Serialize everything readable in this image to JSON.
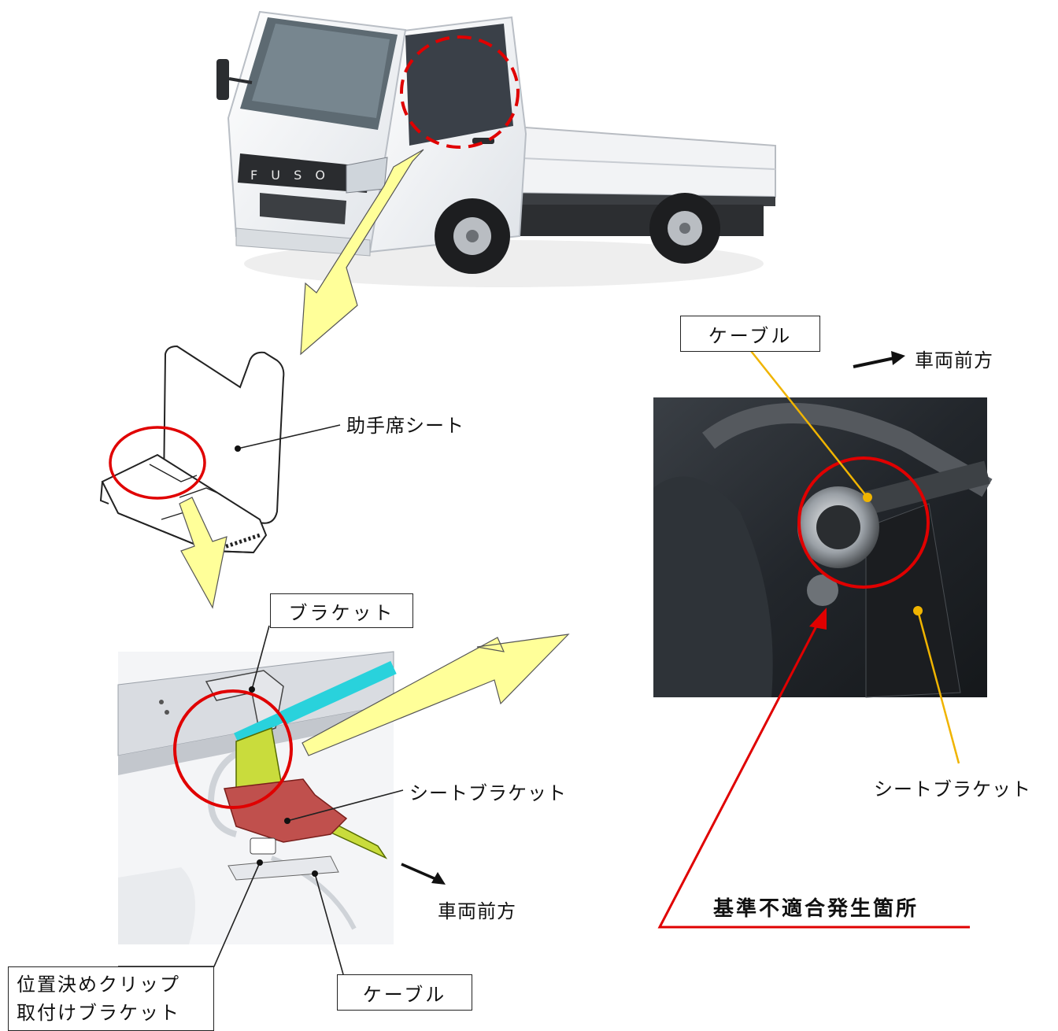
{
  "labels": {
    "passenger_seat": "助手席シート",
    "bracket": "ブラケット",
    "seat_bracket_left": "シートブラケット",
    "vehicle_front_left": "車両前方",
    "clip_bracket_line1": "位置決めクリップ",
    "clip_bracket_line2": "取付けブラケット",
    "cable_bottom": "ケーブル",
    "cable_top": "ケーブル",
    "vehicle_front_right": "車両前方",
    "seat_bracket_right": "シートブラケット",
    "nonconformity_location": "基準不適合発生箇所"
  },
  "truck": {
    "grille_text": "F U S O"
  },
  "colors": {
    "highlight_circle": "#e00000",
    "callout_arrow_fill": "#ffff99",
    "callout_arrow_stroke": "#555555",
    "leader_orange": "#f0b400",
    "cable_cyan": "#29d2dc",
    "bracket_green": "#c9dc3c",
    "seat_bracket_red": "#c0504d"
  }
}
